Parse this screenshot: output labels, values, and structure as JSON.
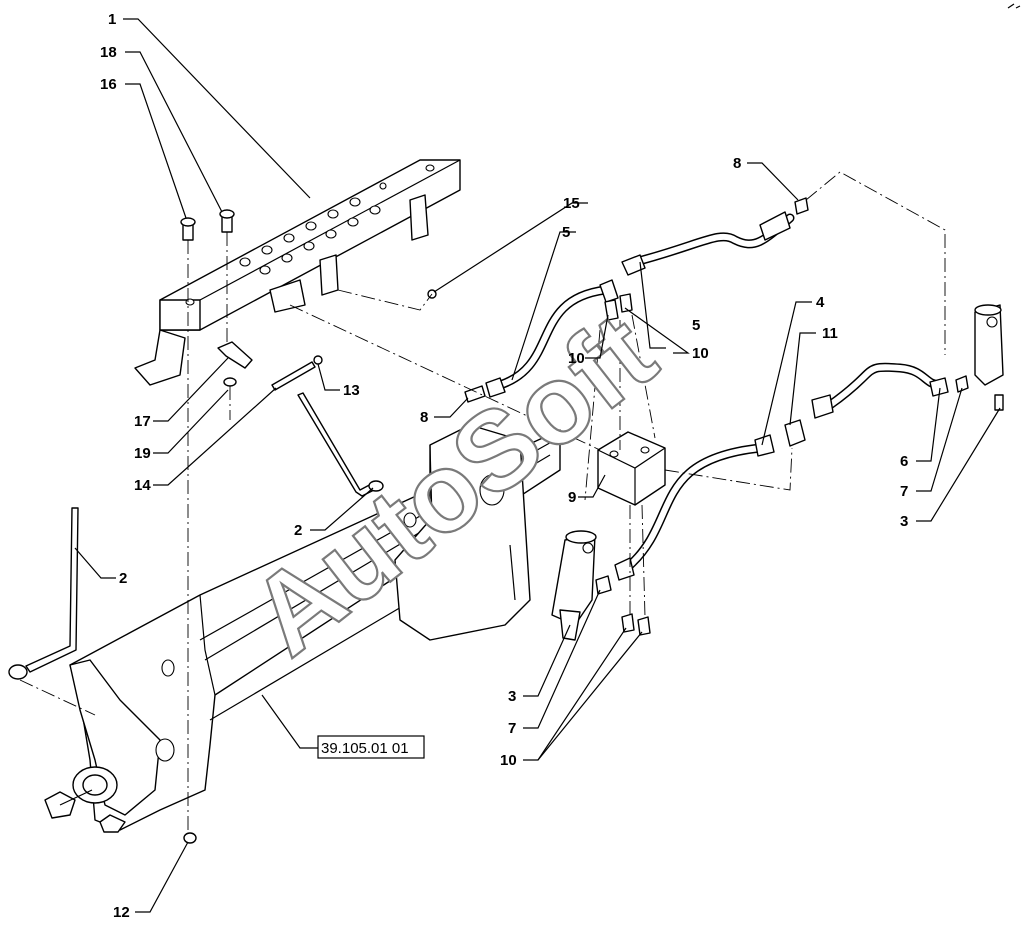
{
  "watermark": "AutoSoft",
  "reference_box": "39.105.01 01",
  "callouts": {
    "c1": "1",
    "c18": "18",
    "c16": "16",
    "c15": "15",
    "c5a": "5",
    "c8a": "8",
    "c5b": "5",
    "c10a": "10",
    "c10b": "10",
    "c8b": "8",
    "c13": "13",
    "c17": "17",
    "c19": "19",
    "c14": "14",
    "c2a": "2",
    "c2b": "2",
    "c4": "4",
    "c11": "11",
    "c6": "6",
    "c7a": "7",
    "c3a": "3",
    "c9": "9",
    "c3b": "3",
    "c7b": "7",
    "c10c": "10",
    "c12": "12"
  }
}
